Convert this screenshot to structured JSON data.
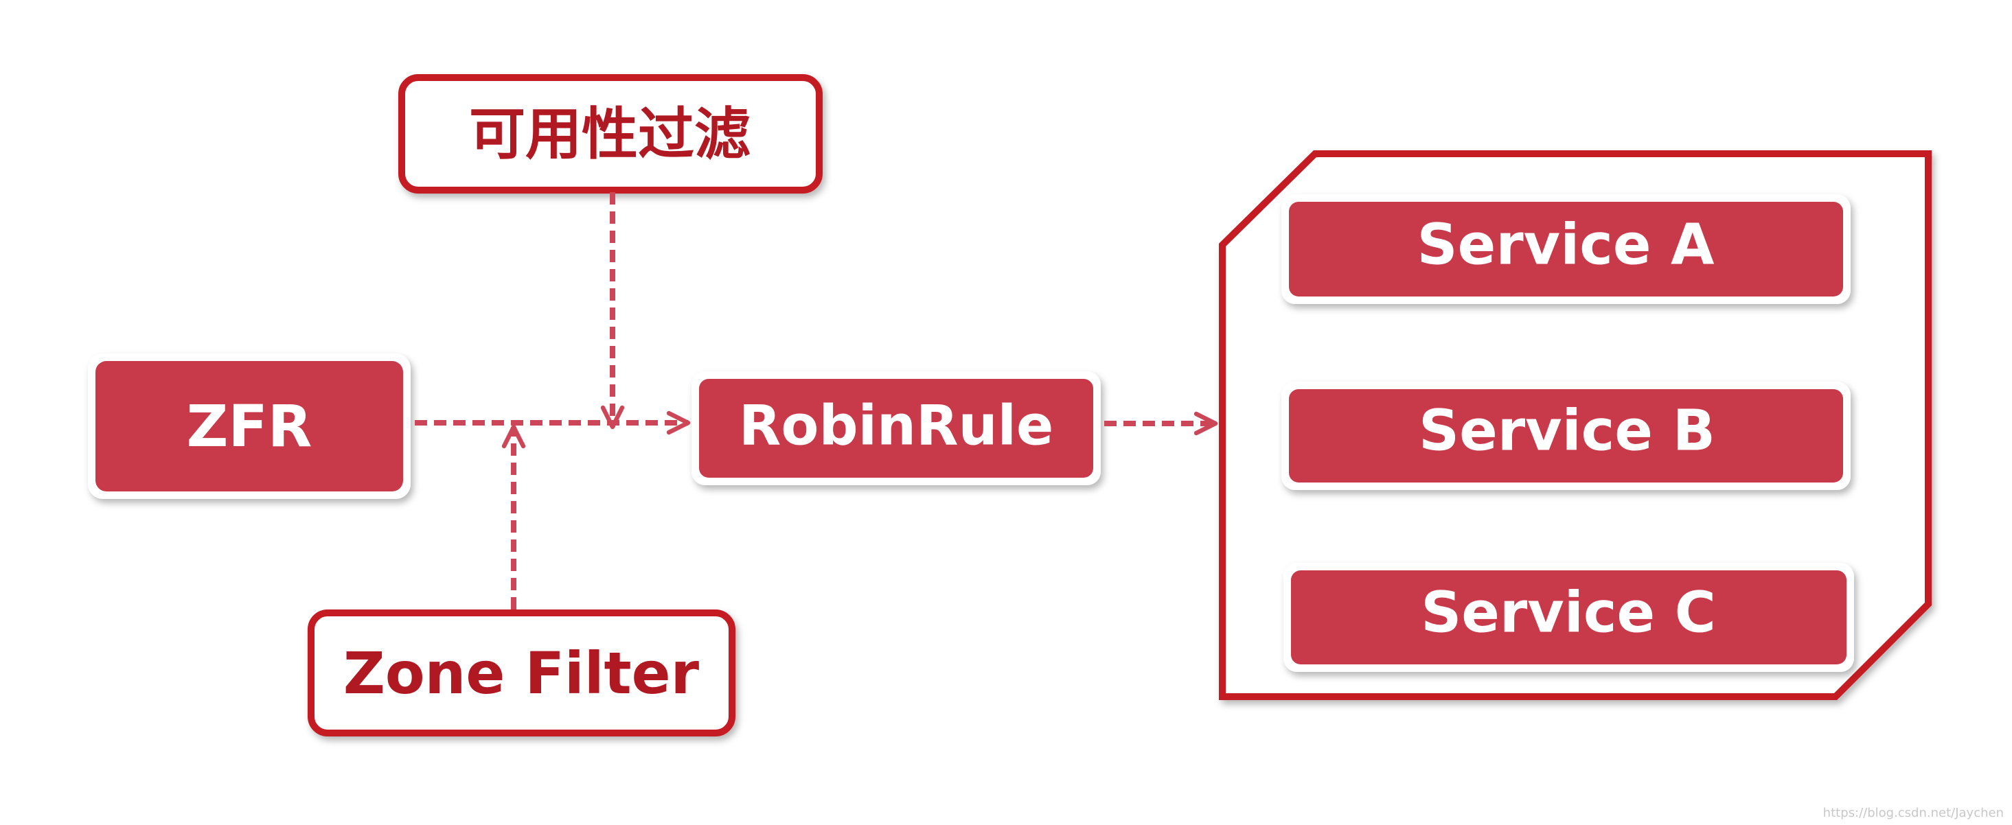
{
  "nodes": {
    "zfr": "ZFR",
    "robin_rule": "RobinRule",
    "availability_filter": "可用性过滤",
    "zone_filter": "Zone Filter"
  },
  "services": [
    "Service A",
    "Service B",
    "Service C"
  ],
  "watermark": "https://blog.csdn.net/Jaychen",
  "colors": {
    "fill_red": "#c8394a",
    "border_red": "#c41a24",
    "text_red": "#b01822",
    "connector": "#cc4658"
  }
}
